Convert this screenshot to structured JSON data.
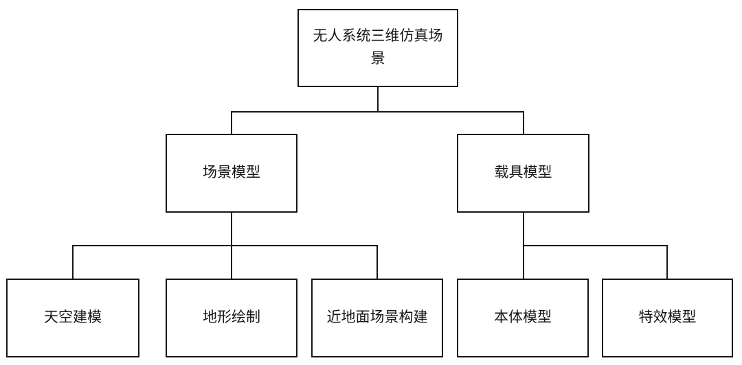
{
  "diagram": {
    "type": "tree",
    "orientation": "top-down",
    "title": "无人系统三维仿真场景",
    "nodes": {
      "root": {
        "label": "无人系统三维仿真场景"
      },
      "scene_model": {
        "label": "场景模型"
      },
      "vehicle_model": {
        "label": "载具模型"
      },
      "sky_modeling": {
        "label": "天空建模"
      },
      "terrain_drawing": {
        "label": "地形绘制"
      },
      "near_ground_scene": {
        "label": "近地面场景构建"
      },
      "body_model": {
        "label": "本体模型"
      },
      "effects_model": {
        "label": "特效模型"
      }
    },
    "edges": [
      {
        "from": "无人系统三维仿真场景",
        "to": "场景模型"
      },
      {
        "from": "无人系统三维仿真场景",
        "to": "载具模型"
      },
      {
        "from": "场景模型",
        "to": "天空建模"
      },
      {
        "from": "场景模型",
        "to": "地形绘制"
      },
      {
        "from": "场景模型",
        "to": "近地面场景构建"
      },
      {
        "from": "载具模型",
        "to": "本体模型"
      },
      {
        "from": "载具模型",
        "to": "特效模型"
      }
    ]
  },
  "colors": {
    "background": "#ffffff",
    "line": "#161616",
    "text": "#161616",
    "box_fill": "#ffffff"
  }
}
